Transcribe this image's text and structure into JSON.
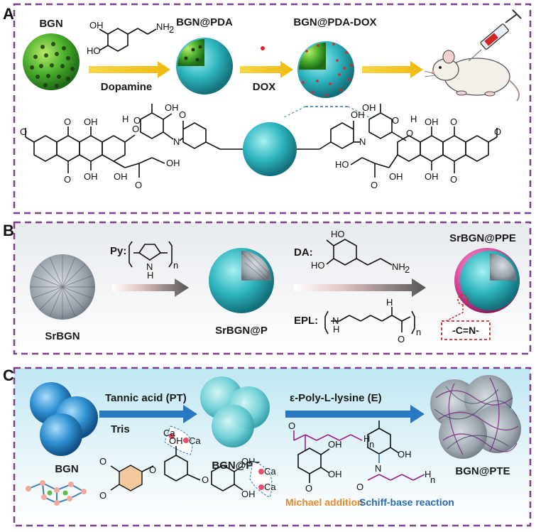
{
  "panels": {
    "a": {
      "letter": "A",
      "labels": {
        "bgn": "BGN",
        "bgn_pda": "BGN@PDA",
        "bgn_pda_dox": "BGN@PDA-DOX",
        "dopamine": "Dopamine",
        "dox": "DOX"
      },
      "chem": {
        "oh": "OH",
        "ho": "HO",
        "nh2": "NH",
        "sub2": "2",
        "o": "O",
        "n": "N",
        "h": "H"
      }
    },
    "b": {
      "letter": "B",
      "labels": {
        "srbgn": "SrBGN",
        "srbgn_p": "SrBGN@P",
        "srbgn_ppe": "SrBGN@PPE",
        "py": "Py:",
        "da": "DA:",
        "epl": "EPL:",
        "imine": "-C=N-"
      },
      "chem": {
        "h": "H",
        "n": "N",
        "nsub": "n",
        "ho": "HO",
        "nh2": "NH",
        "sub2": "2",
        "h2n": "H",
        "o": "O"
      }
    },
    "c": {
      "letter": "C",
      "labels": {
        "tannic": "Tannic acid  (PT)",
        "tris": "Tris",
        "poly": "ε-Poly-L-lysine (E)",
        "bgn": "BGN",
        "bgn_pt": "BGN@PT",
        "bgn_pte": "BGN@PTE",
        "michael": "Michael addition",
        "schiff": "Schiff-base reaction"
      },
      "chem": {
        "ca": "Ca",
        "oh": "OH",
        "o": "O",
        "h": "H",
        "n": "N",
        "nsub": "n"
      }
    }
  },
  "colors": {
    "frame": "#7b3f8c",
    "green_sphere": "#4caf2e",
    "teal_shell": "#2fb6c0",
    "pink_shell": "#d94a9c",
    "blue_sphere": "#2e8fd1",
    "arrow_yellow": "#f2c81a",
    "arrow_gray": "#666666",
    "arrow_blue": "#2a78c2",
    "imine_red": "#d22b2b",
    "michael_orange": "#e4892a",
    "schiff_blue": "#2b6cb0"
  }
}
